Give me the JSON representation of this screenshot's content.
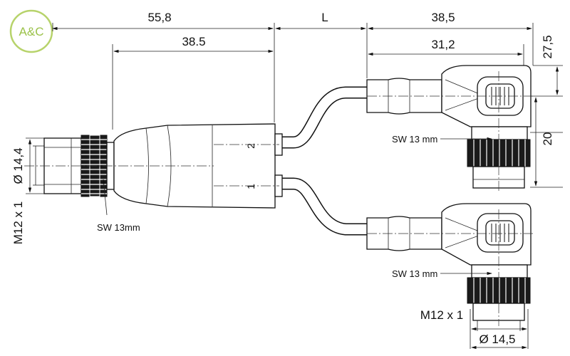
{
  "logo": {
    "text": "A&C",
    "ring_color": "#b7d36b",
    "text_color": "#9bc24a"
  },
  "dimensions": {
    "top_left_length": "55,8",
    "cable_length": "L",
    "top_right_length": "38,5",
    "inner_body_length": "38.5",
    "angled_body_length": "31,2",
    "height_right": "27,5",
    "spacing_right": "20",
    "diameter_left": "Ø 14,4",
    "thread_left": "M12 x 1",
    "thread_bottom": "M12 x 1",
    "diameter_bottom": "Ø 14,5"
  },
  "labels": {
    "sw_left": "SW 13mm",
    "sw_upper": "SW 13 mm",
    "sw_lower": "SW 13 mm",
    "port_2": "2",
    "port_1": "1"
  }
}
